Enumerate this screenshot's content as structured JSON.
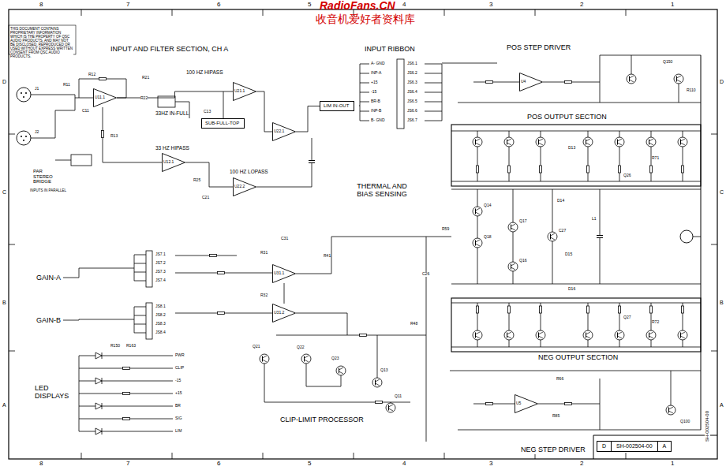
{
  "diagram": {
    "nodes": [
      {
        "text": [
          "U11.1"
        ]
      },
      {
        "text": [
          "U12.1"
        ]
      },
      {
        "text": [
          "U21.1"
        ]
      },
      {
        "text": [
          "U22.1"
        ]
      },
      {
        "text": [
          "U22.2"
        ]
      },
      {
        "text": [
          "SUB-FULL-TOP"
        ]
      },
      {
        "text": [
          "LIM IN-OUT"
        ]
      },
      {
        "text": [
          "U31.1"
        ]
      },
      {
        "text": [
          "U31.2"
        ]
      },
      {
        "text": [
          "U4"
        ]
      },
      {
        "text": [
          "U5"
        ]
      },
      {
        "text": [
          "D",
          "SH-002504-00",
          "A"
        ]
      }
    ],
    "edges": [
      {
        "from": 0,
        "to": 2,
        "arrow": "none"
      },
      {
        "from": 1,
        "to": 4,
        "arrow": "none"
      },
      {
        "from": 2,
        "to": 3,
        "arrow": "none"
      },
      {
        "from": 3,
        "to": 6,
        "arrow": "none"
      },
      {
        "from": 7,
        "to": 8,
        "arrow": "none"
      }
    ],
    "labels": [
      "RadioFans.CN",
      "收音机爱好者资料库",
      "THIS DOCUMENT CONTAINS PROPRIETARY INFORMATION WHICH IS THE PROPERTY OF QSC AUDIO PRODUCTS, AND MAY NOT BE DISCLOSED, REPRODUCED OR USED WITHOUT EXPRESS WRITTEN CONSENT FROM QSC AUDIO PRODUCTS.",
      "INPUT AND FILTER SECTION, CH A",
      "INPUT RIBBON",
      "POS STEP DRIVER",
      "POS OUTPUT SECTION",
      "THERMAL AND BIAS SENSING",
      "GAIN-A",
      "GAIN-B",
      "LED DISPLAYS",
      "CLIP-LIMIT PROCESSOR",
      "NEG OUTPUT SECTION",
      "NEG STEP DRIVER",
      "PAR STEREO BRIDGE",
      "INPUTS IN PARALLEL",
      "100 HZ HIPASS",
      "33HZ IN-FULL",
      "33 HZ HIPASS",
      "100 HZ LOPASS",
      "8",
      "7",
      "6",
      "5",
      "4",
      "3",
      "2",
      "1",
      "8",
      "7",
      "6",
      "5",
      "4",
      "3",
      "2",
      "1",
      "D",
      "C",
      "B",
      "A",
      "D",
      "C",
      "B",
      "A",
      "SH-002504-00",
      "A- GND",
      "INP-A",
      "+15",
      "-15",
      "BR-B",
      "INP-B",
      "B- GND",
      "JS6.1",
      "JS6.2",
      "JS6.3",
      "JS6.4",
      "JS6.5",
      "JS6.6",
      "JS6.7",
      "JS7.1",
      "JS7.2",
      "JS7.3",
      "JS7.4",
      "JS8.1",
      "JS8.2",
      "JS8.3",
      "JS8.4",
      "PWR",
      "CLIP",
      "-15",
      "+15",
      "BR",
      "SIG",
      "LIM",
      "R11",
      "R12",
      "C11",
      "R13",
      "R21",
      "R22",
      "C13",
      "R25",
      "C21",
      "R31",
      "R32",
      "C31",
      "R41",
      "C26",
      "R48",
      "Q21",
      "Q22",
      "Q23",
      "Q11",
      "Q13",
      "R59",
      "Q14",
      "Q16",
      "Q17",
      "Q18",
      "D13",
      "D14",
      "D15",
      "D16",
      "R71",
      "R72",
      "Q26",
      "Q27",
      "R110",
      "C27",
      "L1",
      "R66",
      "R85",
      "Q100",
      "Q150",
      "R150",
      "R163",
      "J1",
      "J2"
    ]
  }
}
